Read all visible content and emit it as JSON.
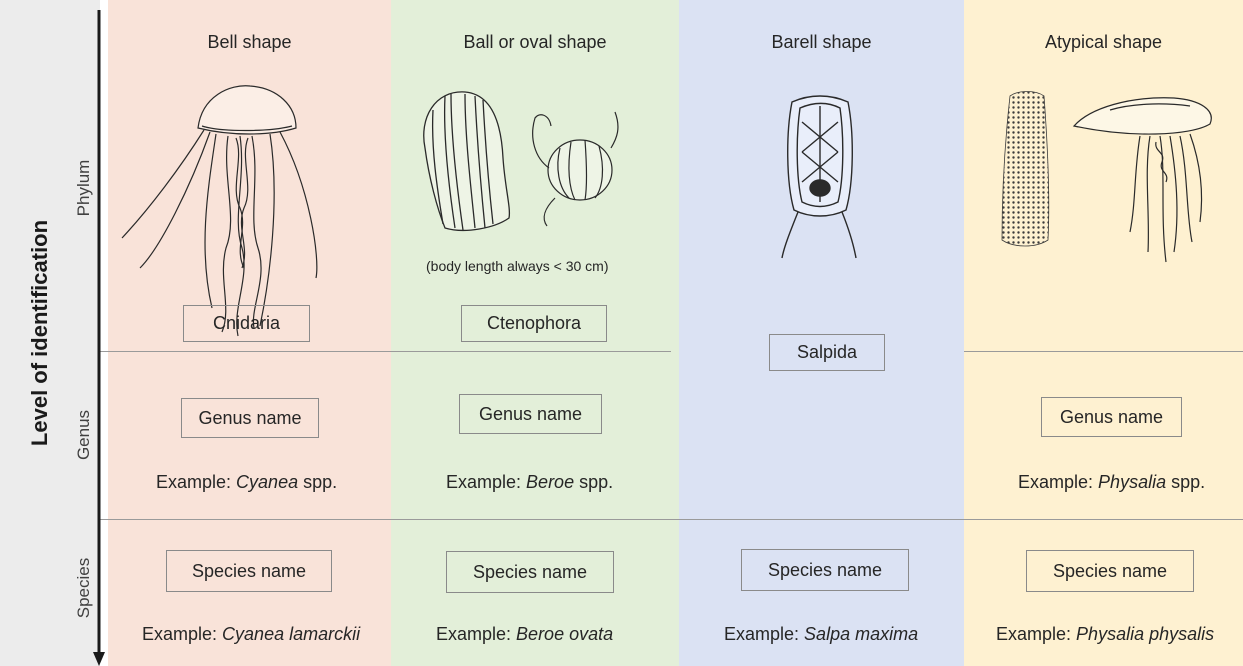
{
  "axis": {
    "title": "Level of identification",
    "levels": [
      "Phylum",
      "Genus",
      "Species"
    ]
  },
  "colors": {
    "bell": "#f9e3d9",
    "ball": "#e3efd9",
    "barrel": "#dbe2f3",
    "atypical": "#fef1d1",
    "sidebar": "#ececec"
  },
  "columns": [
    {
      "title": "Bell shape",
      "phylum": "Cnidaria",
      "genus_box": "Genus name",
      "genus_example_prefix": "Example: ",
      "genus_example_name": "Cyanea",
      "genus_example_suffix": " spp.",
      "species_box": "Species name",
      "species_example_prefix": "Example: ",
      "species_example_name": "Cyanea lamarckii"
    },
    {
      "title": "Ball or oval shape",
      "note": "(body length always < 30 cm)",
      "phylum": "Ctenophora",
      "genus_box": "Genus name",
      "genus_example_prefix": "Example: ",
      "genus_example_name": "Beroe",
      "genus_example_suffix": " spp.",
      "species_box": "Species name",
      "species_example_prefix": "Example: ",
      "species_example_name": "Beroe ovata"
    },
    {
      "title": "Barell shape",
      "phylum": "Salpida",
      "species_box": "Species name",
      "species_example_prefix": "Example: ",
      "species_example_name": "Salpa maxima"
    },
    {
      "title": "Atypical shape",
      "genus_box": "Genus name",
      "genus_example_prefix": "Example: ",
      "genus_example_name": "Physalia",
      "genus_example_suffix": " spp.",
      "species_box": "Species name",
      "species_example_prefix": "Example: ",
      "species_example_name": "Physalia physalis"
    }
  ]
}
